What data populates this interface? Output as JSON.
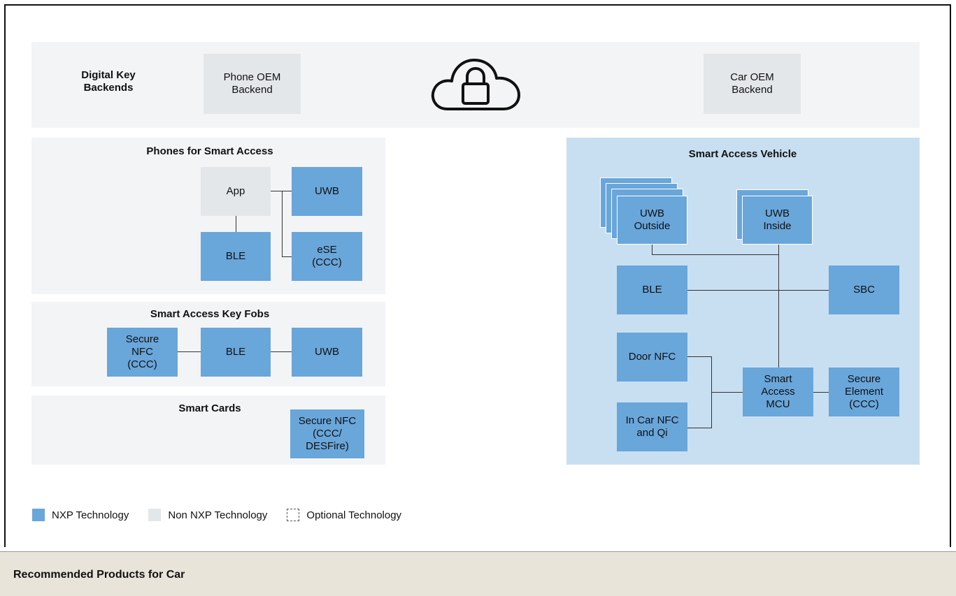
{
  "backends": {
    "title": "Digital Key Backends",
    "phone_oem": "Phone OEM\nBackend",
    "car_oem": "Car OEM\nBackend",
    "cloud_icon": "cloud-lock-icon"
  },
  "phones": {
    "title": "Phones for Smart Access",
    "app": "App",
    "uwb": "UWB",
    "ble": "BLE",
    "ese": "eSE\n(CCC)"
  },
  "fobs": {
    "title": "Smart Access Key Fobs",
    "secure_nfc": "Secure\nNFC\n(CCC)",
    "ble": "BLE",
    "uwb": "UWB"
  },
  "cards": {
    "title": "Smart Cards",
    "secure_nfc": "Secure NFC\n(CCC/\nDESFire)"
  },
  "vehicle": {
    "title": "Smart Access Vehicle",
    "uwb_outside": "UWB\nOutside",
    "uwb_inside": "UWB\nInside",
    "ble": "BLE",
    "sbc": "SBC",
    "door_nfc": "Door NFC",
    "in_car_nfc": "In Car NFC\nand Qi",
    "mcu": "Smart\nAccess\nMCU",
    "secure_element": "Secure\nElement\n(CCC)"
  },
  "legend": {
    "nxp": "NXP Technology",
    "non_nxp": "Non NXP Technology",
    "optional": "Optional Technology"
  },
  "colors": {
    "nxp": "#69a6da",
    "non_nxp": "#e4e7ea",
    "vehicle_panel": "#c8dff1",
    "panel": "#f3f4f6"
  },
  "footer": {
    "title": "Recommended Products for Car"
  }
}
